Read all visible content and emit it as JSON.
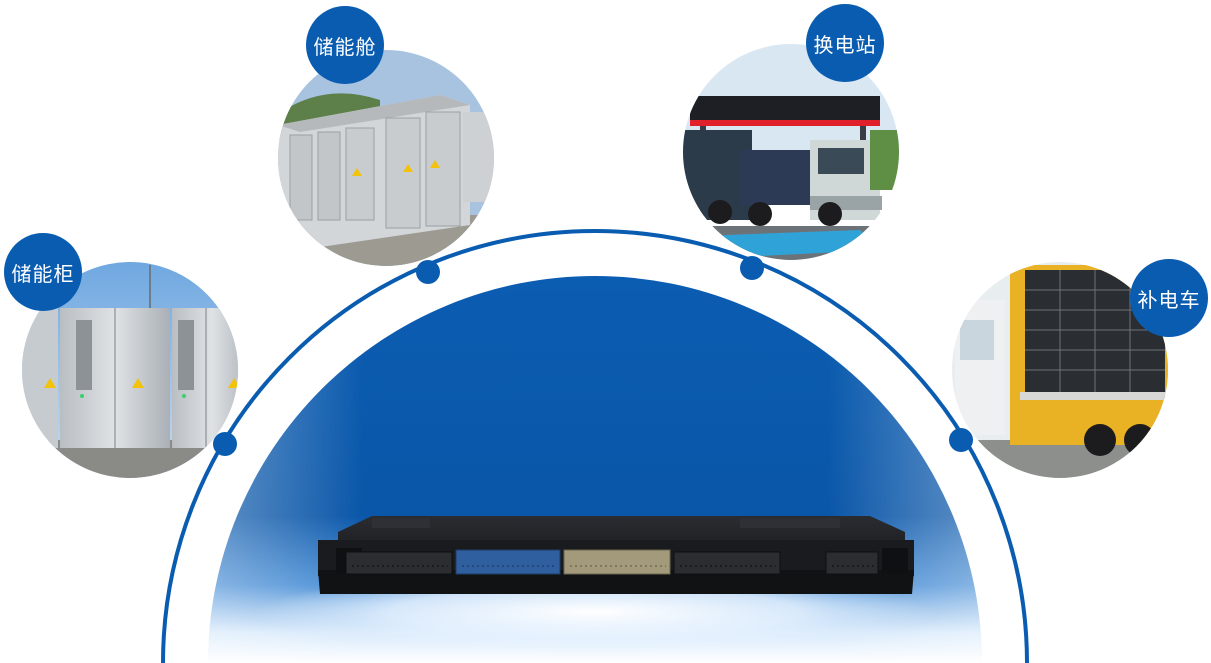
{
  "scenes": [
    {
      "key": "cabinet",
      "label": "储能柜"
    },
    {
      "key": "container",
      "label": "储能舱"
    },
    {
      "key": "swap_station",
      "label": "换电站"
    },
    {
      "key": "charging_vehicle",
      "label": "补电车"
    }
  ],
  "colors": {
    "brand_blue": "#0a5cb0",
    "deep_blue": "#0b57aa",
    "glow": "#e8f3ff"
  }
}
